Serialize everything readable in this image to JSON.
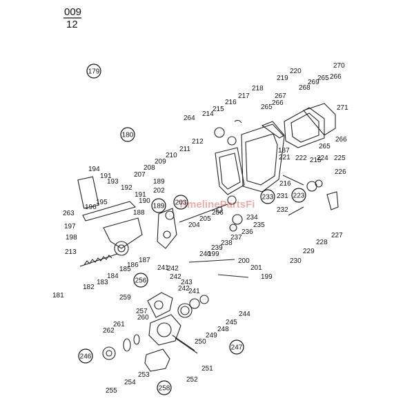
{
  "header": {
    "page_top": "009",
    "page_bottom": "12"
  },
  "watermark": "TimelinePartsFi",
  "circled_refs": [
    "179",
    "180",
    "189",
    "203",
    "233",
    "223",
    "256",
    "246",
    "247",
    "258"
  ],
  "labels": [
    "194",
    "191",
    "193",
    "192",
    "195",
    "196",
    "188",
    "190",
    "263",
    "197",
    "198",
    "213",
    "181",
    "182",
    "183",
    "184",
    "185",
    "186",
    "187",
    "189",
    "202",
    "207",
    "208",
    "209",
    "210",
    "211",
    "212",
    "264",
    "214",
    "215",
    "216",
    "217",
    "218",
    "219",
    "220",
    "265",
    "266",
    "267",
    "268",
    "269",
    "270",
    "271",
    "221",
    "222",
    "224",
    "225",
    "226",
    "227",
    "228",
    "229",
    "230",
    "231",
    "232",
    "234",
    "235",
    "236",
    "237",
    "238",
    "239",
    "240",
    "241",
    "242",
    "243",
    "199",
    "200",
    "201",
    "204",
    "205",
    "206",
    "244",
    "245",
    "248",
    "249",
    "250",
    "251",
    "252",
    "253",
    "254",
    "255",
    "257",
    "259",
    "260",
    "261",
    "262"
  ],
  "colors": {
    "ink": "#111111",
    "watermark": "#e06a63",
    "background": "#ffffff"
  }
}
